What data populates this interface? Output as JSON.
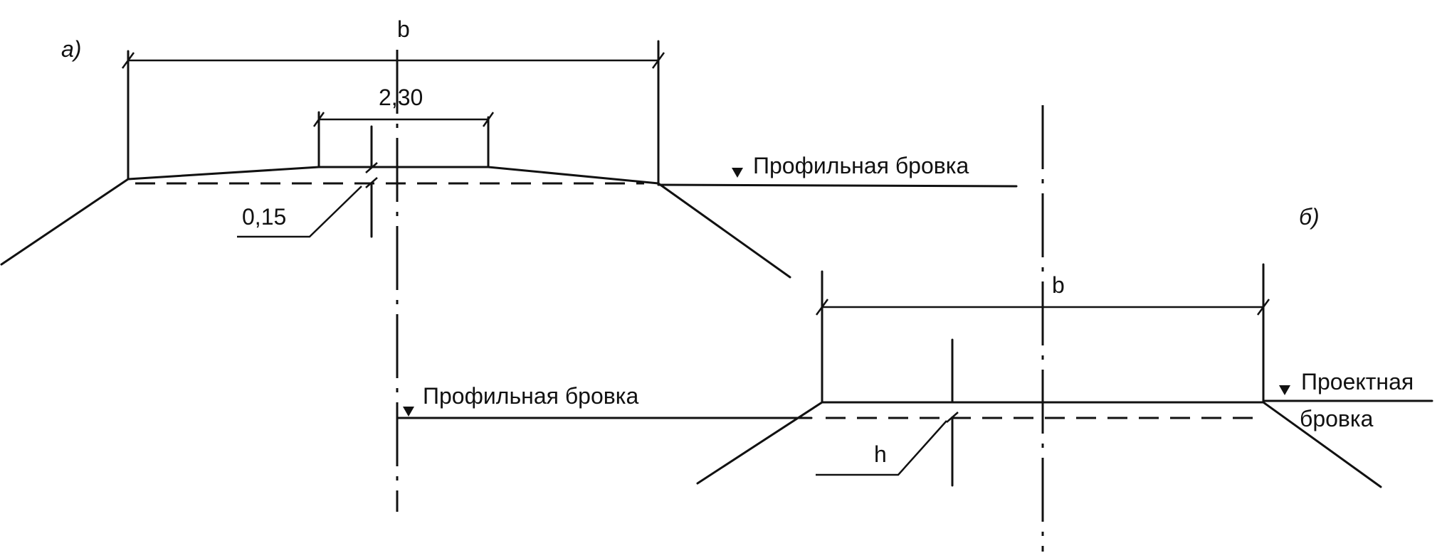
{
  "diagram": {
    "panel_a": {
      "label": "а)",
      "width_label": "b",
      "top_width_label": "2,30",
      "height_label": "0,15",
      "level_label": "Профильная бровка"
    },
    "panel_b": {
      "label": "б)",
      "width_label": "b",
      "height_label": "h",
      "level_label_left": "Профильная бровка",
      "level_label_right_line1": "Проектная",
      "level_label_right_line2": "бровка"
    }
  }
}
